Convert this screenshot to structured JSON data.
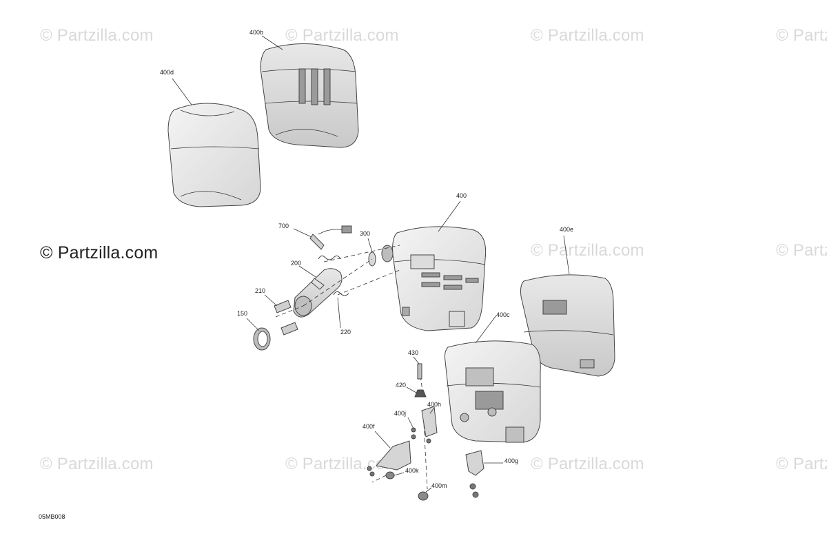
{
  "watermarks": {
    "text": "© Partzilla.com",
    "main": "© Partzilla.com"
  },
  "document_code": "05MB008",
  "callouts": {
    "400b": "400b",
    "400d": "400d",
    "400": "400",
    "400e": "400e",
    "400c": "400c",
    "700": "700",
    "300": "300",
    "200": "200",
    "210": "210",
    "150": "150",
    "220": "220",
    "430": "430",
    "420": "420",
    "400h": "400h",
    "400j": "400j",
    "400f": "400f",
    "400k": "400k",
    "400m": "400m",
    "400g": "400g"
  },
  "colors": {
    "line": "#333333",
    "part_fill": "#f2f2f2",
    "part_shade": "#c8c8c8",
    "watermark": "#d9d9d9"
  }
}
